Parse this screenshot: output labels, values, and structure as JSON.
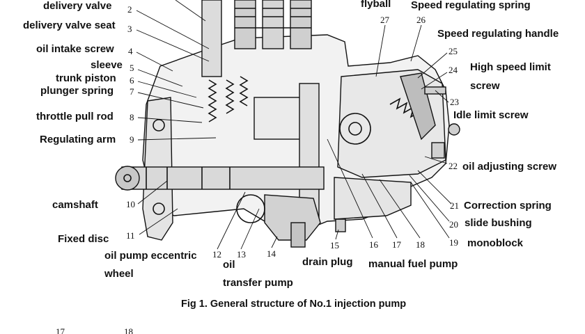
{
  "figure": {
    "caption": "Fig 1. General structure of No.1 injection pump",
    "stray_numbers": [
      "17",
      "18"
    ]
  },
  "callouts": [
    {
      "num": "2",
      "label": "delivery valve"
    },
    {
      "num": "3",
      "label": "delivery valve seat"
    },
    {
      "num": "4",
      "label": "oil intake screw"
    },
    {
      "num": "5",
      "label": "sleeve"
    },
    {
      "num": "6",
      "label": "trunk piston"
    },
    {
      "num": "7",
      "label": "plunger spring"
    },
    {
      "num": "8",
      "label": "throttle pull rod"
    },
    {
      "num": "9",
      "label": "Regulating arm"
    },
    {
      "num": "10",
      "label": "camshaft"
    },
    {
      "num": "11",
      "label": "Fixed disc"
    },
    {
      "num": "12",
      "label": [
        "oil pump eccentric",
        "wheel"
      ]
    },
    {
      "num": "13",
      "label": [
        "oil",
        "transfer pump"
      ]
    },
    {
      "num": "14",
      "label": ""
    },
    {
      "num": "15",
      "label": "drain plug"
    },
    {
      "num": "16",
      "label": ""
    },
    {
      "num": "17",
      "label": "manual fuel pump"
    },
    {
      "num": "18",
      "label": ""
    },
    {
      "num": "19",
      "label": "monoblock"
    },
    {
      "num": "20",
      "label": "slide bushing"
    },
    {
      "num": "21",
      "label": "Correction spring"
    },
    {
      "num": "22",
      "label": "oil adjusting screw"
    },
    {
      "num": "23",
      "label": "Idle limit screw"
    },
    {
      "num": "24",
      "label": [
        "High speed limit",
        "screw"
      ]
    },
    {
      "num": "25",
      "label": "Speed regulating handle"
    },
    {
      "num": "26",
      "label": "Speed regulating spring"
    },
    {
      "num": "27",
      "label": "flyball"
    }
  ]
}
